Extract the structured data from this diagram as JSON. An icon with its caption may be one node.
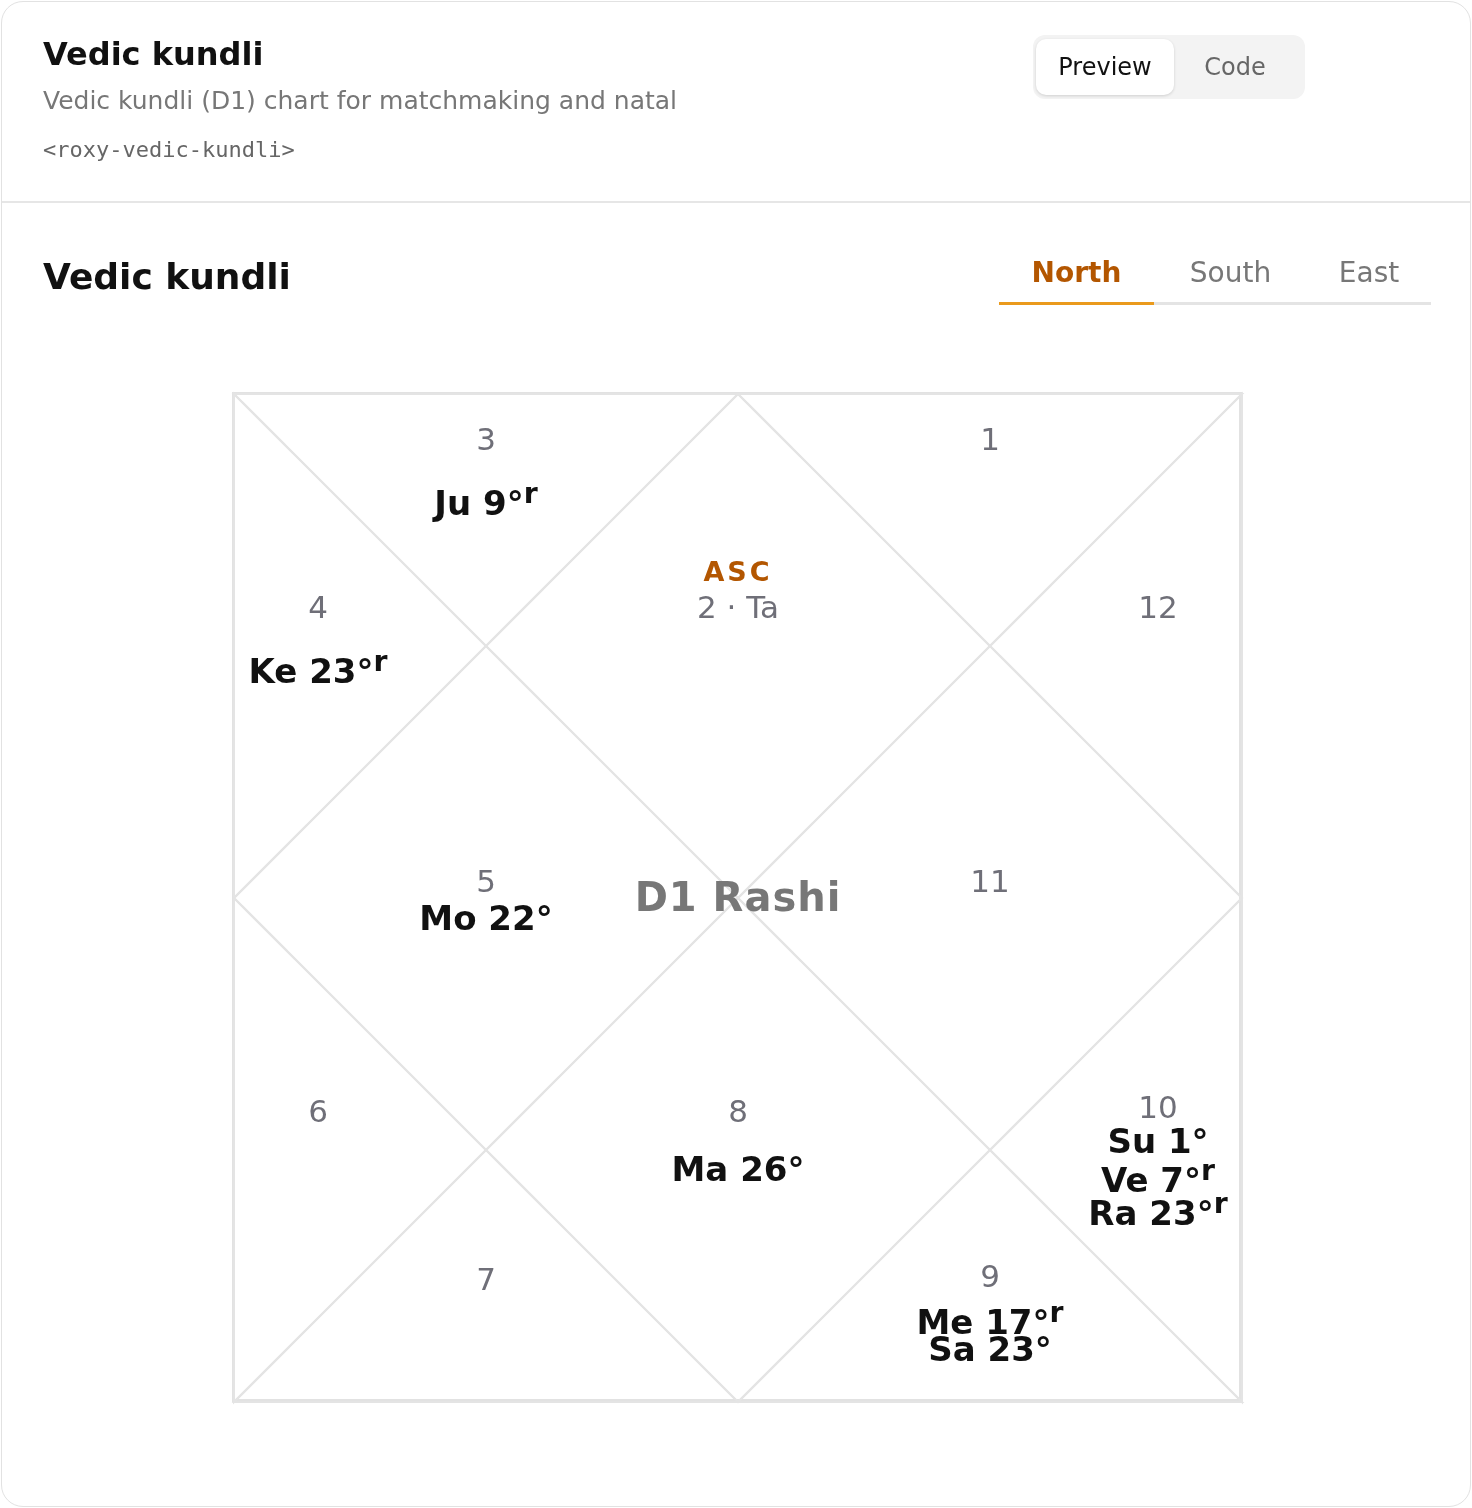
{
  "diagram": {
    "nodes": [
      {
        "text": [
          "3",
          "Ju 9°$^{r}$"
        ]
      },
      {
        "text": [
          "1"
        ]
      },
      {
        "text": [
          "ASC",
          "2 · Ta"
        ]
      },
      {
        "text": [
          "4",
          "Ke 23°$^{r}$"
        ]
      },
      {
        "text": [
          "12"
        ]
      },
      {
        "text": [
          "5",
          "Mo 22°"
        ]
      },
      {
        "text": [
          "11"
        ]
      },
      {
        "text": [
          "6"
        ]
      },
      {
        "text": [
          "8",
          "Ma 26°"
        ]
      },
      {
        "text": [
          "10",
          "Su 1°",
          "Ve 7°$^{r}$",
          "Ra 23°$^{r}$"
        ]
      },
      {
        "text": [
          "7"
        ]
      },
      {
        "text": [
          "9",
          "Me 17°$^{r}$",
          "Sa 23°"
        ]
      }
    ],
    "labels": [
      "Vedic kundli",
      "Vedic kundli (D1) chart for matchmaking and natal",
      "<roxy-vedic-kundli>",
      "Preview",
      "Code",
      "Vedic kundli",
      "North",
      "South",
      "East",
      "D1 Rashi"
    ]
  }
}
